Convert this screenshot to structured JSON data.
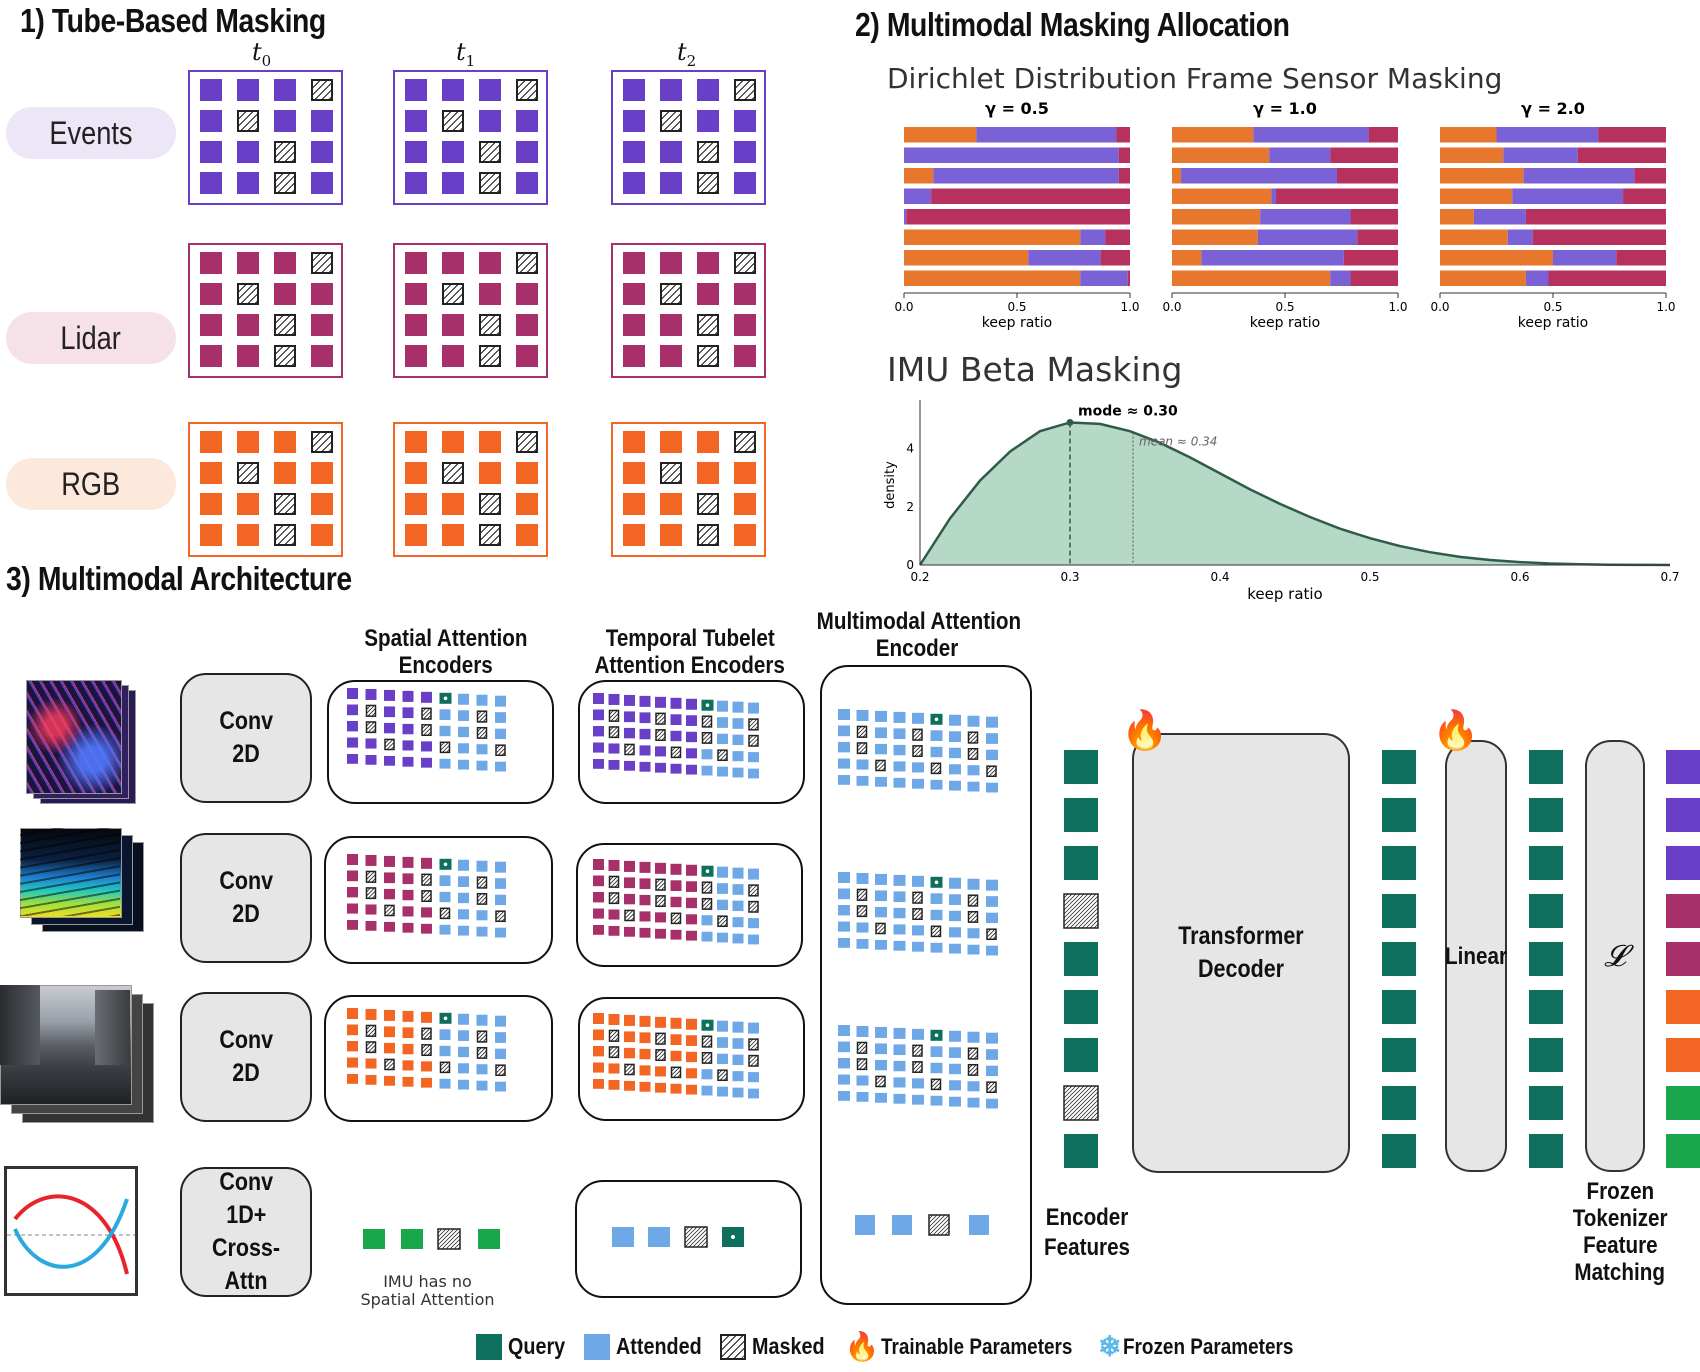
{
  "sections": {
    "tube_masking": "1) Tube-Based Masking",
    "masking_allocation": "2) Multimodal Masking Allocation",
    "architecture": "3) Multimodal Architecture"
  },
  "tube": {
    "time_labels": [
      {
        "base": "t",
        "sub": "0"
      },
      {
        "base": "t",
        "sub": "1"
      },
      {
        "base": "t",
        "sub": "2"
      }
    ],
    "modalities": [
      {
        "name": "Events",
        "color": "#6a3fc8",
        "pill": "#ece6f7"
      },
      {
        "name": "Lidar",
        "color": "#a8306a",
        "pill": "#f6e1e8"
      },
      {
        "name": "RGB",
        "color": "#f26522",
        "pill": "#fde9dc"
      }
    ],
    "masked_cells": [
      [
        0,
        3
      ],
      [
        1,
        1
      ],
      [
        2,
        2
      ],
      [
        3,
        2
      ]
    ]
  },
  "dirichlet": {
    "title": "Dirichlet Distribution Frame Sensor Masking",
    "xlabel": "keep ratio",
    "ticks": [
      "0.0",
      "0.5",
      "1.0"
    ],
    "colors": [
      "#e8772e",
      "#7b61d6",
      "#b7315e"
    ]
  },
  "chart_data": [
    {
      "type": "bar",
      "title": "γ = 0.5",
      "xlabel": "keep ratio",
      "xlim": [
        0,
        1
      ],
      "stacked": true,
      "orientation": "horizontal",
      "series": [
        {
          "values": [
            0.32,
            0.0,
            0.13,
            0.0,
            0.0,
            0.78,
            0.55,
            0.78
          ]
        },
        {
          "values": [
            0.62,
            0.95,
            0.82,
            0.12,
            0.01,
            0.11,
            0.32,
            0.21
          ]
        },
        {
          "values": [
            0.06,
            0.05,
            0.05,
            0.88,
            0.99,
            0.11,
            0.13,
            0.01
          ]
        }
      ]
    },
    {
      "type": "bar",
      "title": "γ = 1.0",
      "xlabel": "keep ratio",
      "xlim": [
        0,
        1
      ],
      "stacked": true,
      "orientation": "horizontal",
      "series": [
        {
          "values": [
            0.36,
            0.43,
            0.04,
            0.44,
            0.39,
            0.38,
            0.13,
            0.7
          ]
        },
        {
          "values": [
            0.51,
            0.27,
            0.69,
            0.02,
            0.4,
            0.44,
            0.63,
            0.09
          ]
        },
        {
          "values": [
            0.13,
            0.3,
            0.27,
            0.54,
            0.21,
            0.18,
            0.24,
            0.21
          ]
        }
      ]
    },
    {
      "type": "bar",
      "title": "γ = 2.0",
      "xlabel": "keep ratio",
      "xlim": [
        0,
        1
      ],
      "stacked": true,
      "orientation": "horizontal",
      "series": [
        {
          "values": [
            0.25,
            0.28,
            0.37,
            0.32,
            0.15,
            0.3,
            0.5,
            0.38
          ]
        },
        {
          "values": [
            0.45,
            0.33,
            0.49,
            0.49,
            0.23,
            0.11,
            0.28,
            0.1
          ]
        },
        {
          "values": [
            0.3,
            0.39,
            0.14,
            0.19,
            0.62,
            0.59,
            0.22,
            0.52
          ]
        }
      ]
    },
    {
      "type": "area",
      "title": "IMU Beta Masking",
      "xlabel": "keep ratio",
      "ylabel": "density",
      "xlim": [
        0.2,
        0.7
      ],
      "ylim": [
        0,
        5.5
      ],
      "xticks": [
        0.2,
        0.3,
        0.4,
        0.5,
        0.6,
        0.7
      ],
      "yticks": [
        0,
        2,
        4
      ],
      "x": [
        0.2,
        0.22,
        0.24,
        0.26,
        0.28,
        0.3,
        0.32,
        0.34,
        0.36,
        0.38,
        0.4,
        0.42,
        0.44,
        0.46,
        0.48,
        0.5,
        0.52,
        0.54,
        0.56,
        0.58,
        0.6,
        0.62,
        0.64,
        0.66,
        0.68,
        0.7
      ],
      "y": [
        0.0,
        1.6,
        2.9,
        3.9,
        4.6,
        4.9,
        4.85,
        4.6,
        4.2,
        3.7,
        3.15,
        2.6,
        2.1,
        1.65,
        1.25,
        0.92,
        0.65,
        0.44,
        0.28,
        0.17,
        0.1,
        0.05,
        0.025,
        0.01,
        0.004,
        0.0
      ],
      "annotations": [
        {
          "text": "mode ≈ 0.30",
          "x": 0.3,
          "y": 4.9
        },
        {
          "text": "mean ≈ 0.34",
          "x": 0.342
        }
      ],
      "color": "#b5d9c6",
      "line_color": "#2f5c48"
    }
  ],
  "arch": {
    "headers": {
      "spatial": [
        "Spatial Attention",
        "Encoders"
      ],
      "temporal": [
        "Temporal Tubelet",
        "Attention Encoders"
      ],
      "multimodal": [
        "Multimodal Attention",
        "Encoder"
      ]
    },
    "conv_labels": [
      [
        "Conv",
        "2D"
      ],
      [
        "Conv",
        "2D"
      ],
      [
        "Conv",
        "2D"
      ],
      [
        "Conv",
        "1D+",
        "Cross-Attn"
      ]
    ],
    "imu_note": [
      "IMU has no",
      "Spatial Attention"
    ],
    "encoder_features": [
      "Encoder",
      "Features"
    ],
    "decoder": [
      "Transformer",
      "Decoder"
    ],
    "linear": "Linear",
    "loss": "𝓛",
    "frozen": [
      "Frozen",
      "Tokenizer",
      "Feature",
      "Matching"
    ],
    "colors": {
      "query": "#0e6f5c",
      "attended": "#6fa8e6",
      "events": "#6a3fc8",
      "lidar": "#a8306a",
      "rgb": "#f26522",
      "imu": "#1aa64a"
    },
    "output_colors": [
      "#6a3fc8",
      "#6a3fc8",
      "#6a3fc8",
      "#a8306a",
      "#a8306a",
      "#f26522",
      "#f26522",
      "#1aa64a",
      "#1aa64a"
    ]
  },
  "legend": {
    "query": "Query",
    "attended": "Attended",
    "masked": "Masked",
    "trainable": "Trainable Parameters",
    "frozen": "Frozen Parameters"
  }
}
